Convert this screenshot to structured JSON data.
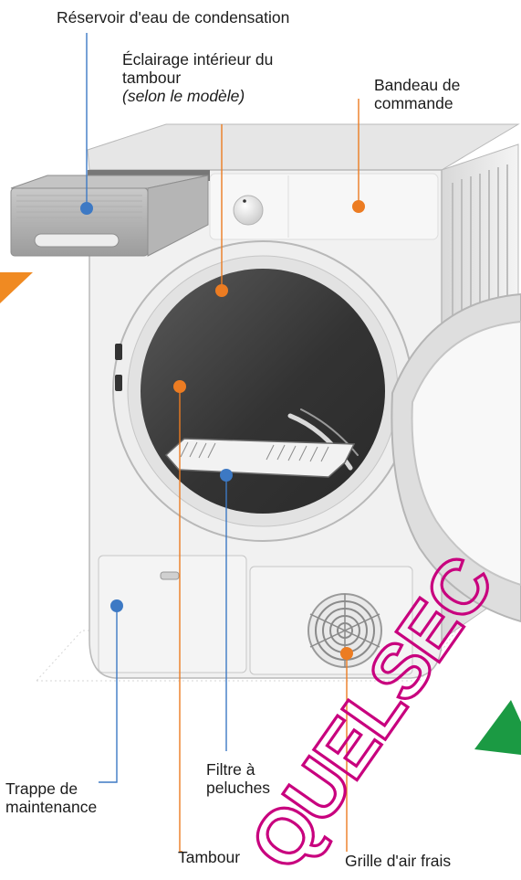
{
  "diagram": {
    "subject": "condensation-dryer",
    "callouts": {
      "reservoir": {
        "text": "Réservoir d'eau de condensation"
      },
      "eclairage": {
        "line1": "Éclairage intérieur du",
        "line2": "tambour",
        "line3": "(selon le modèle)"
      },
      "bandeau": {
        "line1": "Bandeau de",
        "line2": "commande"
      },
      "trappe": {
        "line1": "Trappe de",
        "line2": "maintenance"
      },
      "filtre": {
        "line1": "Filtre à",
        "line2": "peluches"
      },
      "tambour": {
        "text": "Tambour"
      },
      "grille": {
        "text": "Grille d'air frais"
      }
    },
    "watermark": "QUELSEC"
  },
  "colors": {
    "blue_marker": "#3d79c4",
    "orange_marker": "#ec7c22",
    "watermark": "#c8007e",
    "accent_green": "#1b9a43",
    "accent_orange": "#f08a22",
    "appliance_body": "#f1f1f1",
    "appliance_outline": "#b9b9b9",
    "drum": "#3f3f3f"
  },
  "icons": {
    "reservoir": "dot-blue",
    "eclairage": "dot-orange",
    "bandeau": "dot-orange",
    "trappe": "dot-blue",
    "filtre": "dot-blue",
    "tambour": "dot-orange",
    "grille": "dot-orange"
  }
}
